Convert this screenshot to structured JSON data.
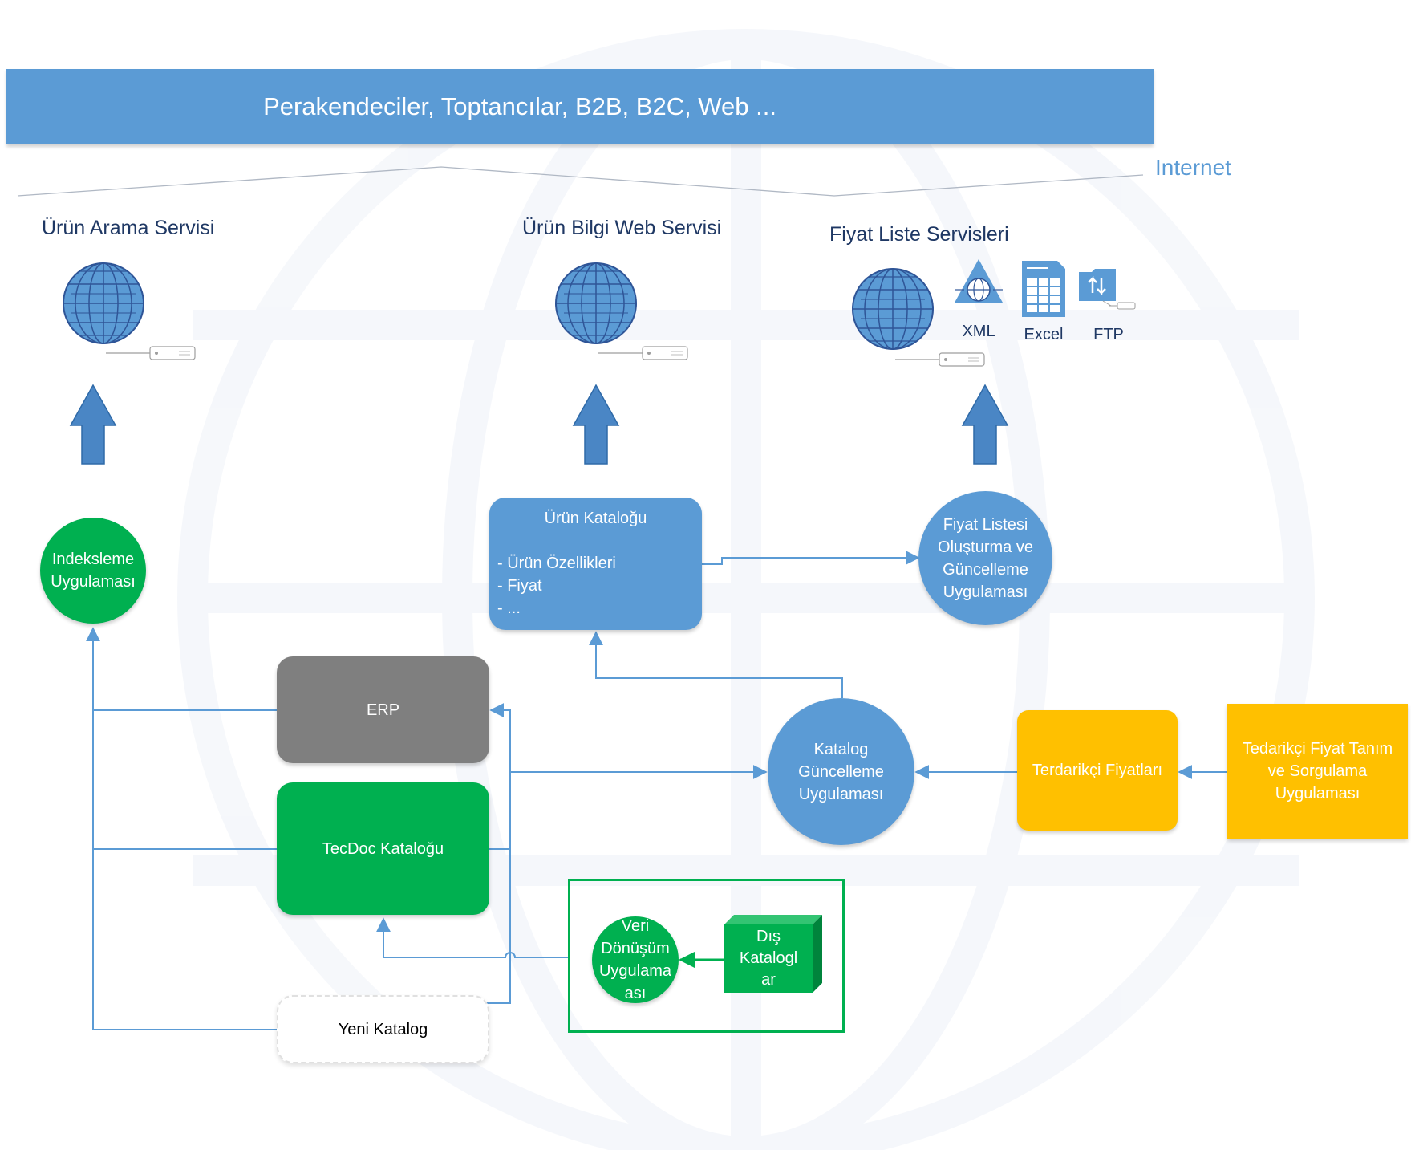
{
  "banner": {
    "title": "Perakendeciler, Toptancılar, B2B, B2C, Web ..."
  },
  "internet_label": "Internet",
  "services": {
    "search": "Ürün Arama Servisi",
    "info": "Ürün Bilgi Web Servisi",
    "price": "Fiyat Liste Servisleri"
  },
  "formats": {
    "xml": "XML",
    "excel": "Excel",
    "ftp": "FTP"
  },
  "nodes": {
    "indexing": [
      "Indeksleme",
      "Uygulaması"
    ],
    "catalog": {
      "title": "Ürün Kataloğu",
      "items": [
        "- Ürün Özellikleri",
        "- Fiyat",
        "- ..."
      ]
    },
    "price_app": [
      "Fiyat Listesi",
      "Oluşturma ve",
      "Güncelleme",
      "Uygulaması"
    ],
    "erp": "ERP",
    "tecdoc": "TecDoc Kataloğu",
    "catalog_update": [
      "Katalog",
      "Güncelleme",
      "Uygulaması"
    ],
    "supplier_prices": "Terdarikçi Fiyatları",
    "supplier_app": [
      "Tedarikçi Fiyat Tanım",
      "ve Sorgulama",
      "Uygulaması"
    ],
    "conversion": [
      "Veri",
      "Dönüşüm",
      "Uygulama",
      "ası"
    ],
    "external": [
      "Dış",
      "Katalogl",
      "ar"
    ],
    "new_catalog": "Yeni Katalog"
  },
  "colors": {
    "blue": "#5b9bd5",
    "green": "#00b050",
    "gray": "#7f7f7f",
    "yellow": "#ffc000",
    "arrow": "#5b9bd5"
  }
}
